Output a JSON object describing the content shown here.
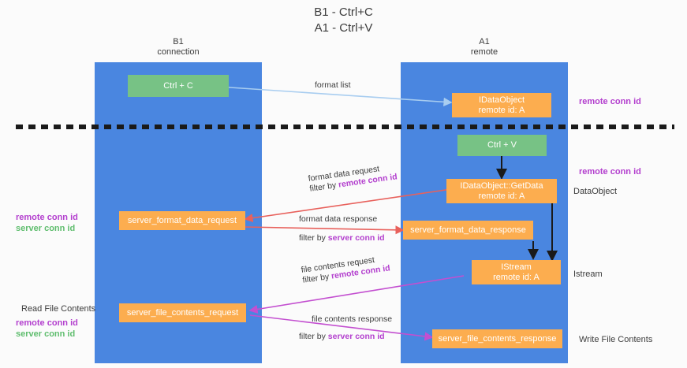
{
  "title": {
    "line1": "B1 - Ctrl+C",
    "line2": "A1 - Ctrl+V"
  },
  "columns": {
    "b1": {
      "name": "B1",
      "sub": "connection"
    },
    "a1": {
      "name": "A1",
      "sub": "remote"
    }
  },
  "colors": {
    "column": "#4a86e0",
    "green_box": "#77c285",
    "orange_box": "#fcad4f",
    "purple_text": "#b33fce",
    "green_text": "#5fbd6e",
    "blue_arrow": "#a8cdf0",
    "red_arrow": "#e8615c",
    "magenta_arrow": "#c34fd0",
    "black_arrow": "#1a1a1a",
    "page_bg": "#fbfbfb"
  },
  "boxes": {
    "ctrl_c": {
      "label": "Ctrl + C"
    },
    "ctrl_v": {
      "label": "Ctrl + V"
    },
    "idataobject": {
      "line1": "IDataObject",
      "line2": "remote id: A"
    },
    "getdata": {
      "line1": "IDataObject::GetData",
      "line2": "remote id: A"
    },
    "istream": {
      "line1": "IStream",
      "line2": "remote id: A"
    },
    "server_format_data_request": {
      "label": "server_format_data_request"
    },
    "server_format_data_response": {
      "label": "server_format_data_response"
    },
    "server_file_contents_request": {
      "label": "server_file_contents_request"
    },
    "server_file_contents_response": {
      "label": "server_file_contents_response"
    }
  },
  "arrow_labels": {
    "format_list": "format list",
    "format_data_request": "format data request",
    "format_data_request_filter_prefix": "filter by ",
    "format_data_request_filter_key": "remote conn id",
    "format_data_response": "format data response",
    "format_data_response_filter_prefix": "filter by ",
    "format_data_response_filter_key": "server conn id",
    "file_contents_request": "file contents request",
    "file_contents_request_filter_prefix": "filter by ",
    "file_contents_request_filter_key": "remote conn id",
    "file_contents_response": "file contents response",
    "file_contents_response_filter_prefix": "filter by ",
    "file_contents_response_filter_key": "server conn id"
  },
  "side_labels": {
    "right_remote_conn_id_top": "remote conn id",
    "right_remote_conn_id_mid": "remote conn id",
    "right_dataobject": "DataObject",
    "right_istream": "Istream",
    "right_write_file_contents": "Write File Contents",
    "left_remote_conn_id_mid": "remote conn id",
    "left_server_conn_id_mid": "server conn id",
    "left_read_file_contents": "Read File Contents",
    "left_remote_conn_id_bottom": "remote conn id",
    "left_server_conn_id_bottom": "server conn id"
  }
}
